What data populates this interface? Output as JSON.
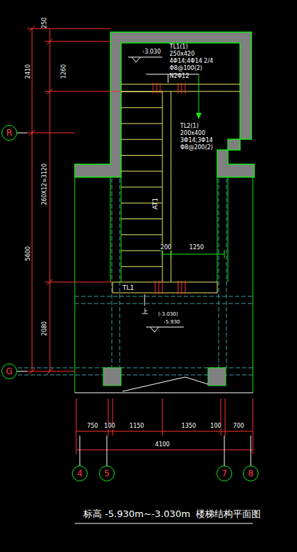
{
  "diagram": {
    "title": "楼梯结构平面图",
    "nodes": [
      {
        "text": [
          "R"
        ]
      },
      {
        "text": [
          "G"
        ]
      },
      {
        "text": [
          "4"
        ]
      },
      {
        "text": [
          "5"
        ]
      },
      {
        "text": [
          "7"
        ]
      },
      {
        "text": [
          "8"
        ]
      }
    ],
    "labels": [
      "250",
      "2410",
      "1260",
      "260X12=3120",
      "5600",
      "2080",
      "-3.030",
      "TL1(1)",
      "250x420",
      "4Φ14;4Φ14 2/4",
      "Φ8@100(2)",
      "N2Φ12",
      "TL2(1)",
      "200x400",
      "3Φ14;3Φ14",
      "Φ8@200(2)",
      "AT1",
      "200",
      "1250",
      "TL1",
      "上",
      "(-3.030)",
      "-5.930",
      "750",
      "100",
      "1150",
      "1350",
      "100",
      "700",
      "4100",
      "标高 -5.930m~-3.030m"
    ]
  }
}
